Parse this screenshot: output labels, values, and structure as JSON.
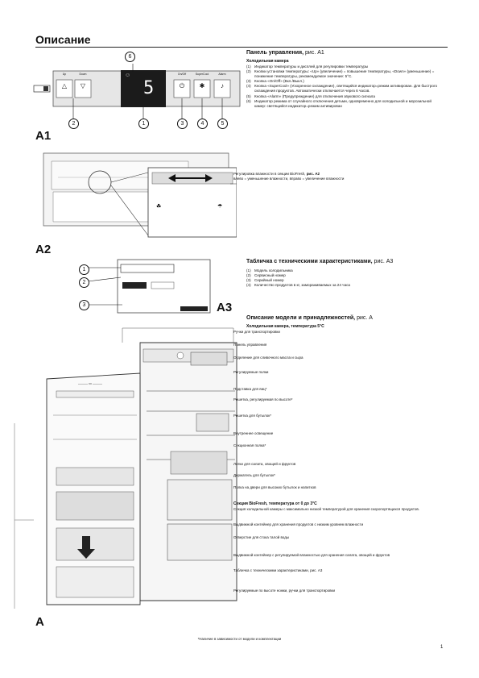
{
  "header": {
    "title": "Описание"
  },
  "figA1": {
    "label": "A1",
    "display_digit": "5",
    "buttons": [
      "Up",
      "Down",
      "On/Off",
      "SuperCool",
      "Alarm"
    ],
    "callouts": [
      "6",
      "2",
      "1",
      "3",
      "4",
      "5"
    ]
  },
  "panel": {
    "caption": "Панель управления,",
    "caption_ref": "рис. A1",
    "subheading": "Холодильная камера",
    "items": [
      {
        "n": "(1)",
        "text": "Индикатор температуры и дисплей для регулировки температуры"
      },
      {
        "n": "(2)",
        "text": "Кнопки установки температуры: «Up» (увеличение) = повышение температуры, «Down» (уменьшение) = понижение температуры, рекомендуемое значение: 5°C."
      },
      {
        "n": "(3)",
        "text": "Кнопка «On/Off» (Вкл./Выкл.)"
      },
      {
        "n": "(4)",
        "text": "Кнопка «SuperCool» (Ускоренное охлаждение), светящийся индикатор=режим активирован. Для быстрого охлаждения продуктов. Автоматически отключается через 6 часов."
      },
      {
        "n": "(5)",
        "text": "Кнопка «Alarm» (Предупреждение) для отключения звукового сигнала"
      },
      {
        "n": "(6)",
        "text": "Индикатор режима от случайного отключения детьми, одновременно для холодильной и морозильной камер: светящийся индикатор=режим активирован"
      }
    ]
  },
  "figA2": {
    "label": "A2",
    "caption_title": "Регулировка влажности в секции BioFresh,",
    "caption_ref": "рис. A2",
    "caption_text": "влево = уменьшение влажности, вправо = увеличение влажности"
  },
  "figA3": {
    "label": "A3",
    "callouts": [
      "1",
      "2",
      "3"
    ]
  },
  "plate": {
    "caption": "Табличка с техническими характеристиками,",
    "caption_ref": "рис. A3",
    "items": [
      {
        "n": "(1)",
        "text": "Модель холодильника"
      },
      {
        "n": "(2)",
        "text": "Сервисный номер"
      },
      {
        "n": "(3)",
        "text": "Серийный номер"
      },
      {
        "n": "(4)",
        "text": "Количество продуктов в кг, замораживаемых за 24 часа"
      }
    ]
  },
  "model": {
    "caption": "Описание модели и принадлежностей,",
    "caption_ref": "рис. A",
    "subheading": "Холодильная камера, температура 5°C",
    "callouts": [
      "Ручки для транспортировки",
      "Панель управления",
      "Отделение для сливочного масла и сыра",
      "Регулируемые полки",
      "Подставка для яиц*",
      "Решетка, регулируемая по высоте*",
      "Решетка для бутылок*",
      "Внутреннее освещение",
      "Секционная полка*",
      "Лотки для салата, овощей и фруктов",
      "Держатель для бутылок*",
      "Полка на двери для высоких бутылок и напитков"
    ],
    "biofresh_title": "Секция BioFresh, температура от 0 до 3°C",
    "biofresh_text": "Секция холодильной камеры с максимально низкой температурой для хранения скоропортящихся продуктов.",
    "callouts2": [
      "Выдвижной контейнер для хранения продуктов с низким уровнем влажности",
      "Отверстие для стока талой воды",
      "Выдвижной контейнер с регулируемой влажностью для хранения салата, овощей и фруктов",
      "Табличка с техническими характеристиками, рис. A3",
      "Регулируемые по высоте ножки, ручки для транспортировки"
    ]
  },
  "figA": {
    "label": "A"
  },
  "footer": {
    "note": "*Наличие в зависимости от модели и комплектации",
    "page": "1"
  }
}
